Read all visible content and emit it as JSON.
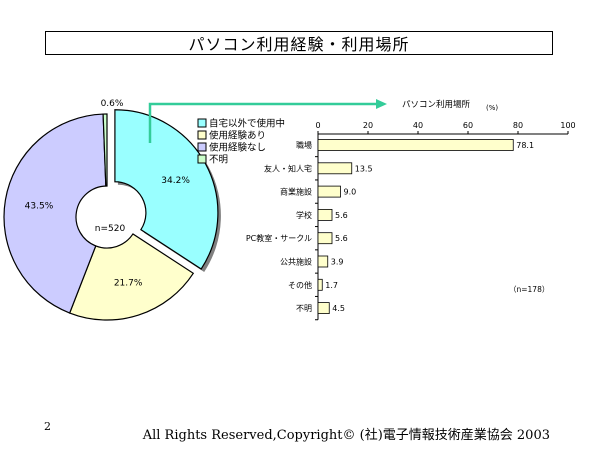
{
  "title": "パソコン利用経験・利用場所",
  "page_number": "2",
  "footer": "All Rights Reserved,Copyright© (社)電子情報技術産業協会  2003",
  "colors": {
    "home_outside": "#99ffff",
    "used_before": "#ffffcc",
    "never_used": "#ccccff",
    "unknown": "#ccffcc",
    "bars": "#ffffcc",
    "arrow": "#33cc99"
  },
  "chart_data": [
    {
      "type": "pie",
      "style": "donut",
      "center_label": "n=520",
      "legend": {
        "position": "top-right"
      },
      "slices": [
        {
          "name": "自宅以外で使用中",
          "value": 34.2,
          "label": "34.2%",
          "color_key": "home_outside",
          "exploded": true
        },
        {
          "name": "使用経験あり",
          "value": 21.7,
          "label": "21.7%",
          "color_key": "used_before"
        },
        {
          "name": "使用経験なし",
          "value": 43.5,
          "label": "43.5%",
          "color_key": "never_used"
        },
        {
          "name": "不明",
          "value": 0.6,
          "label": "0.6%",
          "color_key": "unknown"
        }
      ]
    },
    {
      "type": "bar",
      "orientation": "horizontal",
      "title": "パソコン利用場所",
      "unit": "(%)",
      "note": "（n=178）",
      "xlim": [
        0,
        100
      ],
      "ticks": [
        0,
        20,
        40,
        60,
        80,
        100
      ],
      "categories": [
        "職場",
        "友人・知人宅",
        "商業施設",
        "学校",
        "PC教室・サークル",
        "公共施設",
        "その他",
        "不明"
      ],
      "values": [
        78.1,
        13.5,
        9.0,
        5.6,
        5.6,
        3.9,
        1.7,
        4.5
      ],
      "value_labels": [
        "78.1",
        "13.5",
        "9.0",
        "5.6",
        "5.6",
        "3.9",
        "1.7",
        "4.5"
      ]
    }
  ]
}
